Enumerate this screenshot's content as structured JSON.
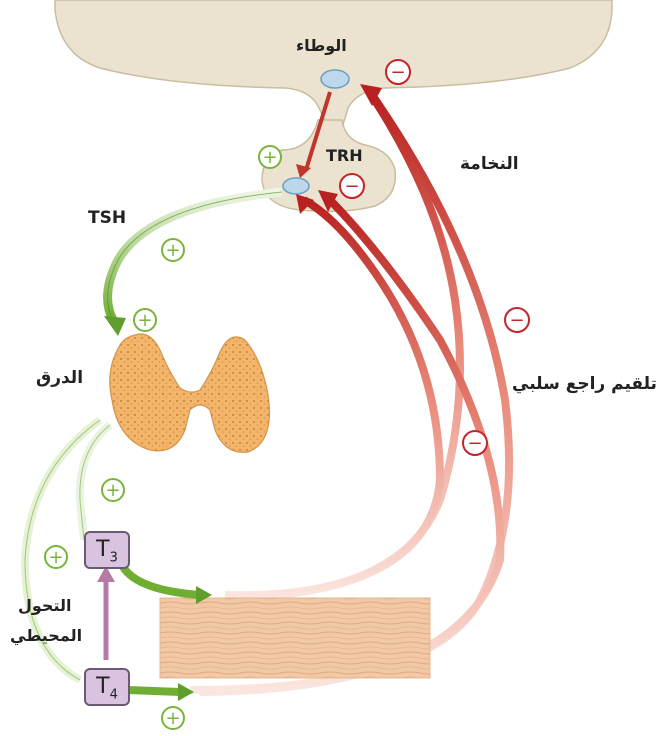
{
  "labels": {
    "hypothalamus": "الوطاء",
    "pituitary": "النخامة",
    "trh": "TRH",
    "tsh": "TSH",
    "thyroid": "الدرق",
    "negative_feedback": "تلقيم راجع سلبي",
    "peripheral_conversion_line1": "التحول",
    "peripheral_conversion_line2": "المحيطي",
    "t3_base": "T",
    "t3_sub": "3",
    "t4_base": "T",
    "t4_sub": "4"
  },
  "symbols": {
    "plus": "+",
    "minus": "−"
  },
  "colors": {
    "positive": "#79b43c",
    "negative": "#c0262b",
    "brain": "#ebe3d0",
    "thyroid": "#f3b56a",
    "tissue": "#f2c9a6",
    "hormone_box": "#d9c3e0"
  }
}
